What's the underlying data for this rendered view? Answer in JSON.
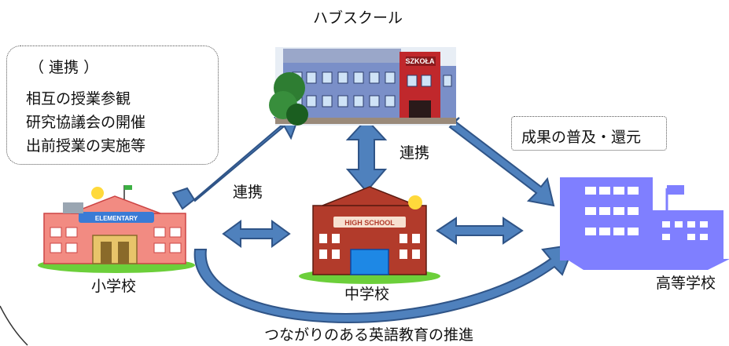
{
  "hub_label": "ハブスクール",
  "hub_sign": "SZKOŁA",
  "cooperation_box": {
    "title": "（ 連携 ）",
    "lines": [
      "相互の授業参観",
      "研究協議会の開催",
      "出前授業の実施等"
    ]
  },
  "results_box": {
    "text": "成果の普及・還元"
  },
  "link_label_center": "連携",
  "link_label_left": "連携",
  "elementary_label": "小学校",
  "elementary_sign": "ELEMENTARY",
  "middle_label": "中学校",
  "middle_sign": "HIGH SCHOOL",
  "high_label": "高等学校",
  "footer_text": "つながりのある英語教育の推進",
  "colors": {
    "arrow_fill": "#4f81bd",
    "arrow_stroke": "#2f5487",
    "elementary_wall": "#f28b82",
    "middle_wall": "#b23b2b",
    "high_wall": "#7f7fff",
    "hub_wall": "#7a8fc8",
    "grass": "#6ccf3a"
  }
}
